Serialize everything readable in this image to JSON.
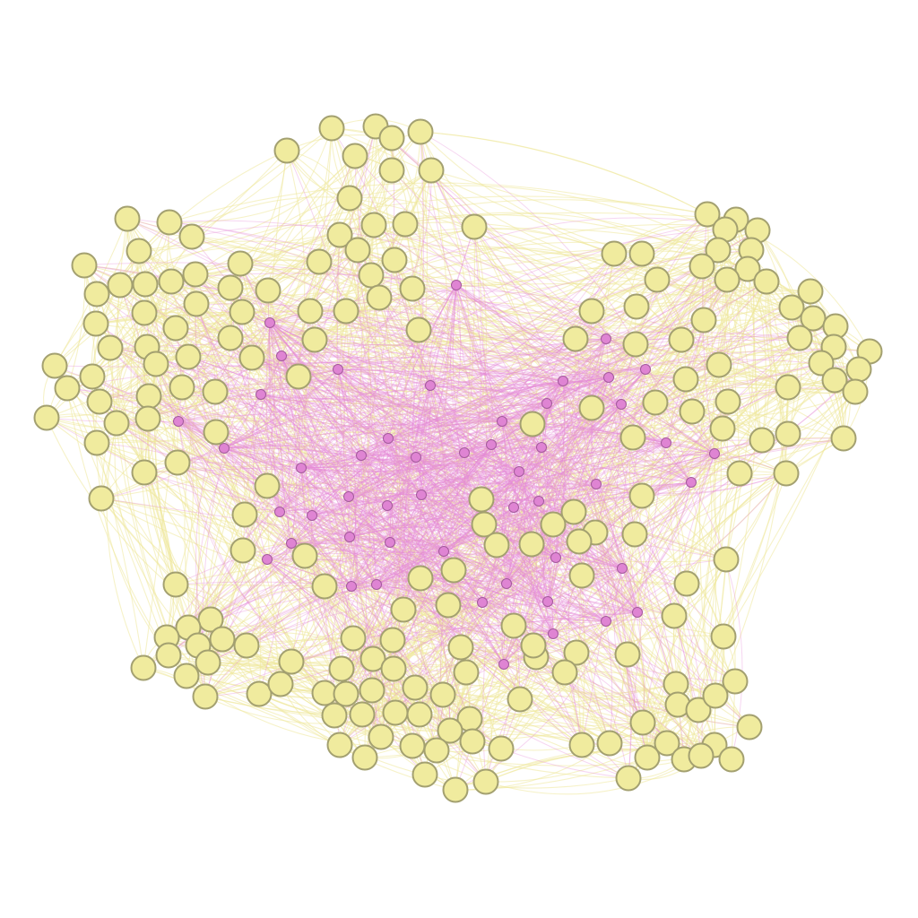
{
  "graph": {
    "kind": "network",
    "colors": {
      "background": "#ffffff",
      "large_node_fill": "#f0eb9e",
      "large_node_stroke": "#a3a070",
      "small_node_fill": "#df84d3",
      "small_node_stroke": "#a35a9b",
      "edge_large_large": "#efe79a",
      "edge_involving_small": "#e68ad6"
    },
    "node_classes": [
      {
        "name": "large",
        "count": 200
      },
      {
        "name": "small",
        "count": 50
      }
    ]
  }
}
